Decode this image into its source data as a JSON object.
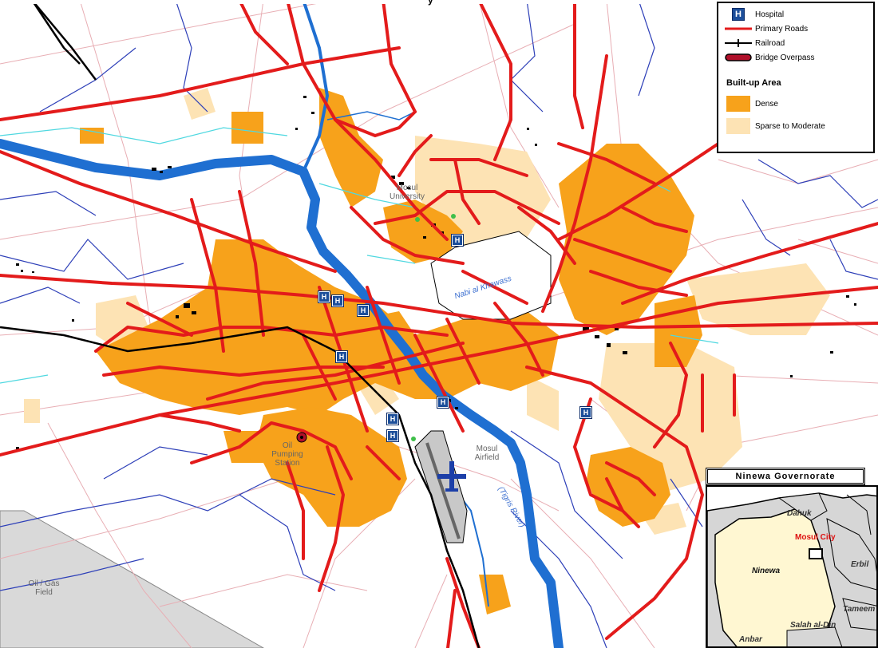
{
  "title_fragment": "y",
  "legend": {
    "hospital_label": "Hospital",
    "primary_roads_label": "Primary Roads",
    "railroad_label": "Railroad",
    "bridge_label": "Bridge Overpass",
    "builtup_header": "Built-up Area",
    "dense_label": "Dense",
    "sparse_label": "Sparse to Moderate",
    "hospital_glyph": "H"
  },
  "colors": {
    "dense": "#f7a21b",
    "sparse": "#fde3b4",
    "road": "#e31b1b",
    "river": "#1f6fd1",
    "stream": "#2d3fb8",
    "canal": "#4fd8e0",
    "minor_road": "#e8aeb4",
    "hospital": "#1c4e9a",
    "oilfield": "#d9d9d9"
  },
  "map_labels": {
    "mosul_university": "Mosul\nUniversity",
    "nabi_khawass": "Nabi al Khawass",
    "oil_pumping_station": "Oil\nPumping\nStation",
    "mosul_airfield": "Mosul\nAirfield",
    "tigris_river": "(Tigris River)",
    "oil_gas_field": "Oil / Gas\nField"
  },
  "inset": {
    "title": "Ninewa Governorate",
    "labels": {
      "dahuk": "Dahuk",
      "mosul_city": "Mosul City",
      "ninewa": "Ninewa",
      "erbil": "Erbil",
      "tameem": "Tameem",
      "salah_al_din": "Salah al-Din",
      "anbar": "Anbar"
    }
  }
}
